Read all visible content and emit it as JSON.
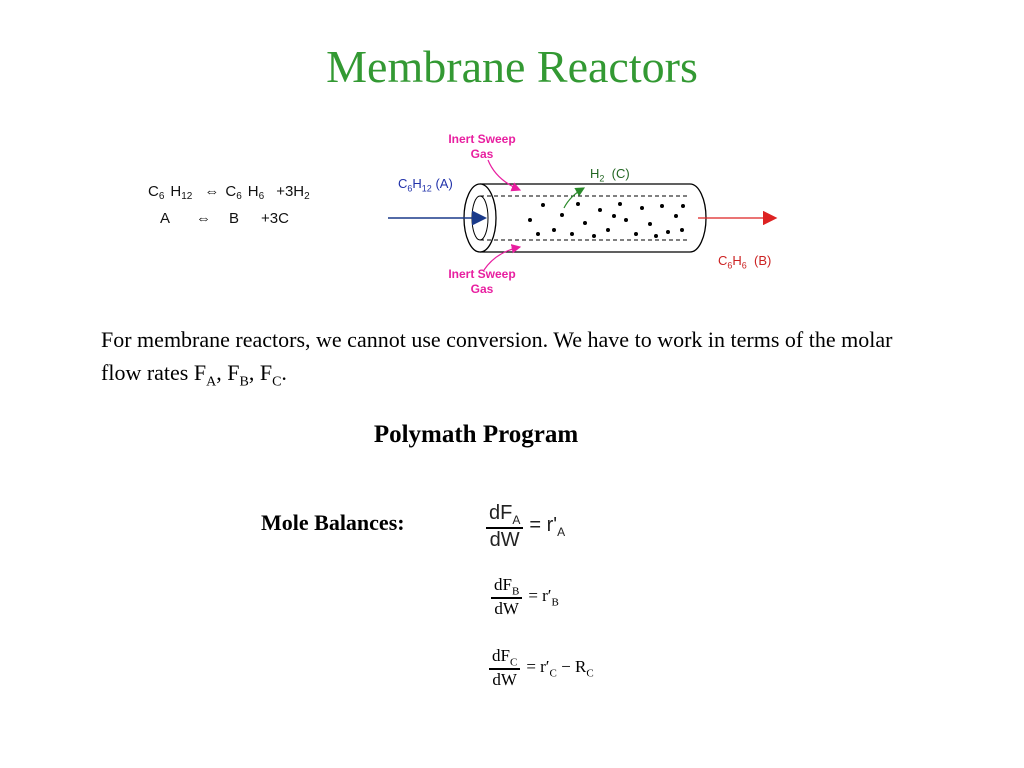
{
  "slide": {
    "title": "Membrane Reactors"
  },
  "reaction": {
    "line1": [
      "C6H12",
      "⇔",
      "C6H6",
      "+3H2"
    ],
    "line2": [
      "A",
      "⇔",
      "B",
      "+3C"
    ]
  },
  "diagram": {
    "sweep_top": [
      "Inert Sweep",
      "Gas"
    ],
    "sweep_bottom": [
      "Inert Sweep",
      "Gas"
    ],
    "feed": {
      "base": "C",
      "s1": "6",
      "mid": "H",
      "s2": "12",
      "tag": "(A)"
    },
    "permeate": {
      "base": "H",
      "s1": "2",
      "tag": "(C)"
    },
    "product": {
      "base": "C",
      "s1": "6",
      "mid": "H",
      "s2": "6",
      "tag": "(B)"
    },
    "colors": {
      "sweep": "#e81fa0",
      "feed_arrow": "#1a3a8a",
      "permeate_arrow": "#2a8a2a",
      "product_arrow": "#dd2222"
    }
  },
  "text": {
    "para_main": "For membrane reactors, we cannot use conversion. We have to work in terms of the molar flow rates F",
    "sub_a": "A",
    "sep1": ", F",
    "sub_b": "B",
    "sep2": ", F",
    "sub_c": "C",
    "end": ".",
    "program_heading": "Polymath Program",
    "mole_balances_label": "Mole Balances:"
  },
  "equations": {
    "eq1": {
      "num": "dF",
      "num_sub": "A",
      "den": "dW",
      "rhs": "= r'",
      "rhs_sub": "A"
    },
    "eq2": {
      "num": "dF",
      "num_sub": "B",
      "den": "dW",
      "rhs": "= r′",
      "rhs_sub": "B"
    },
    "eq3": {
      "num": "dF",
      "num_sub": "C",
      "den": "dW",
      "rhs": "= r′",
      "rhs_sub": "C",
      "rhs_tail": " − R",
      "rhs_tail_sub": "C"
    }
  }
}
